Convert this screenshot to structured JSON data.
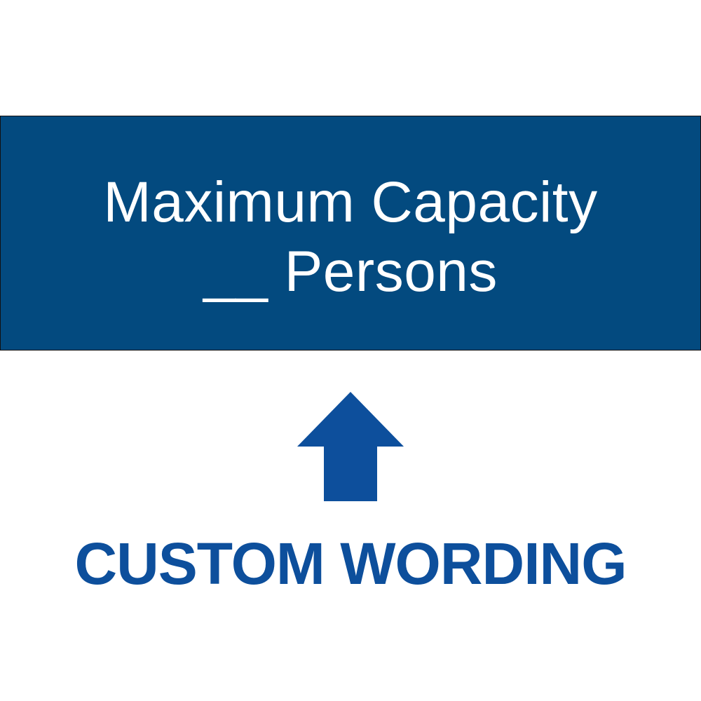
{
  "sign": {
    "line1": "Maximum Capacity",
    "line2": "__ Persons",
    "background_color": "#034a7f",
    "text_color": "#ffffff"
  },
  "arrow": {
    "icon": "arrow-up-icon",
    "color": "#0d4f9c"
  },
  "caption": {
    "text": "CUSTOM WORDING",
    "color": "#0d4f9c"
  }
}
